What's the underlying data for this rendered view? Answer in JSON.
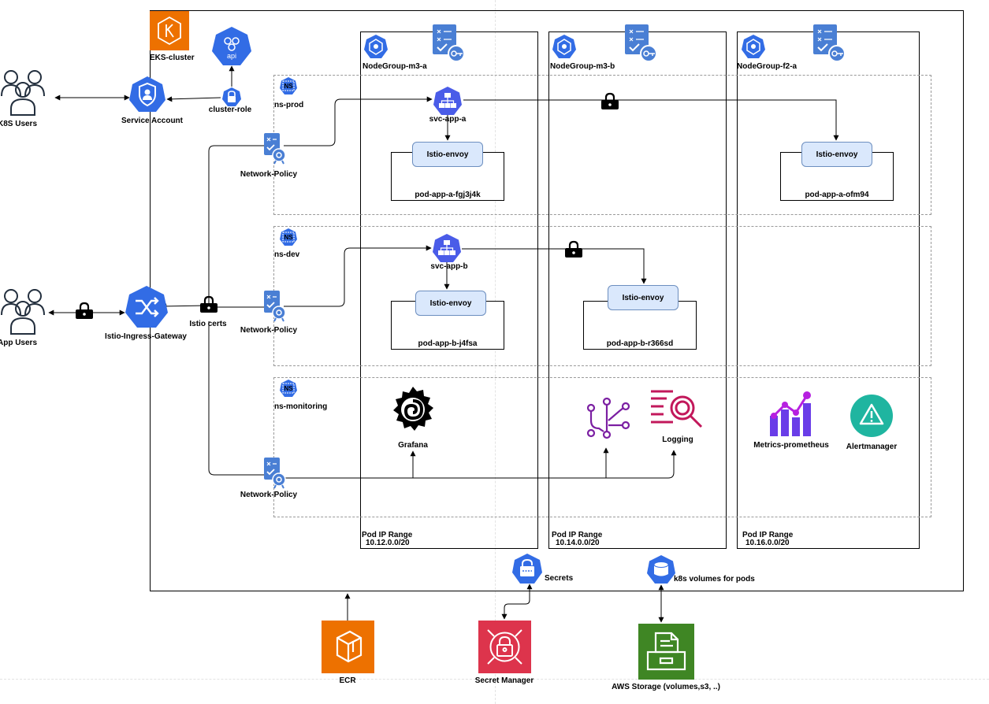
{
  "cluster": {
    "name": "EKS-cluster"
  },
  "node_groups": [
    {
      "name": "NodeGroup-m3-a",
      "ip_label": "Pod IP Range",
      "ip_range": "10.12.0.0/20"
    },
    {
      "name": "NodeGroup-m3-b",
      "ip_label": "Pod IP Range",
      "ip_range": "10.14.0.0/20"
    },
    {
      "name": "NodeGroup-f2-a",
      "ip_label": "Pod IP Range",
      "ip_range": "10.16.0.0/20"
    }
  ],
  "namespaces": [
    {
      "name": "ns-prod",
      "badge": "NS"
    },
    {
      "name": "ns-dev",
      "badge": "NS"
    },
    {
      "name": "ns-monitoring",
      "badge": "NS"
    }
  ],
  "actors": {
    "k8s_users": "K8S Users",
    "app_users": "App Users"
  },
  "cluster_components": {
    "service_account": "Service Account",
    "cluster_role": "cluster-role",
    "api": "api",
    "network_policy": "Network-Policy",
    "gateway": "Istio-Ingress-Gateway",
    "istio_certs": "Istio certs"
  },
  "services": {
    "svc_a": "svc-app-a",
    "svc_b": "svc-app-b"
  },
  "pods": {
    "a1": {
      "name": "pod-app-a-fgj3j4k",
      "sidecar": "Istio-envoy"
    },
    "a2": {
      "name": "pod-app-a-ofm94",
      "sidecar": "Istio-envoy"
    },
    "b1": {
      "name": "pod-app-b-j4fsa",
      "sidecar": "Istio-envoy"
    },
    "b2": {
      "name": "pod-app-b-r366sd",
      "sidecar": "Istio-envoy"
    }
  },
  "monitoring": {
    "grafana": "Grafana",
    "logging": "Logging",
    "prometheus": "Metrics-prometheus",
    "alertmanager": "Alertmanager"
  },
  "storage": {
    "secrets": "Secrets",
    "volumes": "k8s volumes for pods"
  },
  "external": {
    "ecr": "ECR",
    "secret_manager": "Secret Manager",
    "aws_storage": "AWS Storage (volumes,s3, ..)"
  },
  "colors": {
    "k8s_blue": "#326ce5",
    "cert_blue": "#4a7fd4",
    "ecr_orange": "#ed7100",
    "secret_red": "#dd344c",
    "storage_green": "#3f8624",
    "grafana": "#000000",
    "tracing_purple": "#7b1fa2",
    "logging_magenta": "#c2185b",
    "prometheus_purple": "#6a3de8",
    "alert_teal": "#1fb5a0",
    "envoy_fill": "#dae8fc",
    "envoy_stroke": "#6c8ebf"
  },
  "icons": {
    "user_group": "users-icon",
    "lock": "lock-icon",
    "service_account": "service-account-icon",
    "shuffle": "ingress-gateway-icon",
    "certificate": "certificate-icon",
    "service": "service-icon",
    "namespace": "namespace-icon",
    "node": "node-icon",
    "grafana": "grafana-icon",
    "tracing": "tracing-icon",
    "logging": "logging-icon",
    "metrics": "metrics-icon",
    "alert": "alertmanager-icon",
    "secret": "secret-icon",
    "volume": "volume-icon",
    "ecr": "ecr-icon",
    "secret_manager": "secret-manager-icon",
    "storage": "storage-icon"
  }
}
